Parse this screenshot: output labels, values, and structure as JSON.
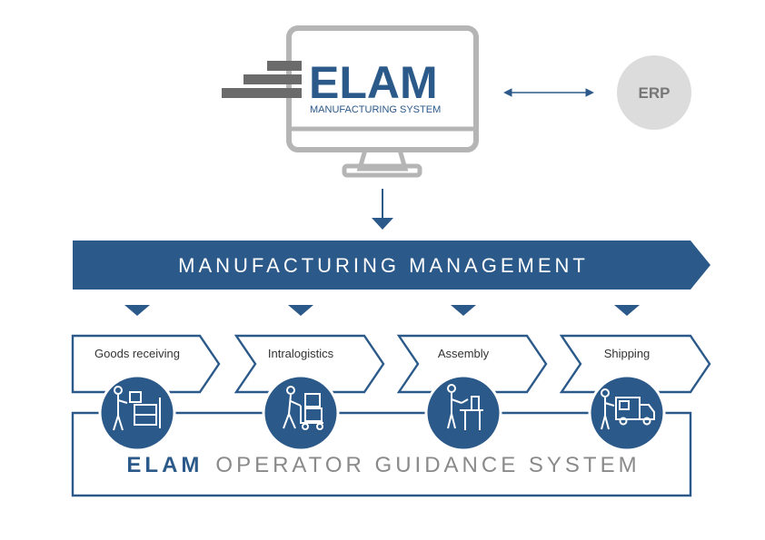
{
  "colors": {
    "primary": "#2b5a8a",
    "gray": "#b5b5b5",
    "dark_gray": "#6b6b6b",
    "erp_circle": "#dcdcdc"
  },
  "monitor": {
    "brand": "ELAM",
    "subtitle": "MANUFACTURING SYSTEM"
  },
  "erp": {
    "label": "ERP"
  },
  "banner": {
    "label": "MANUFACTURING MANAGEMENT"
  },
  "stages": [
    {
      "label": "Goods receiving",
      "icon": "goods-receiving-icon"
    },
    {
      "label": "Intralogistics",
      "icon": "intralogistics-icon"
    },
    {
      "label": "Assembly",
      "icon": "assembly-icon"
    },
    {
      "label": "Shipping",
      "icon": "shipping-icon"
    }
  ],
  "operator_guidance": {
    "brand": "ELAM",
    "rest": "OPERATOR GUIDANCE SYSTEM"
  }
}
